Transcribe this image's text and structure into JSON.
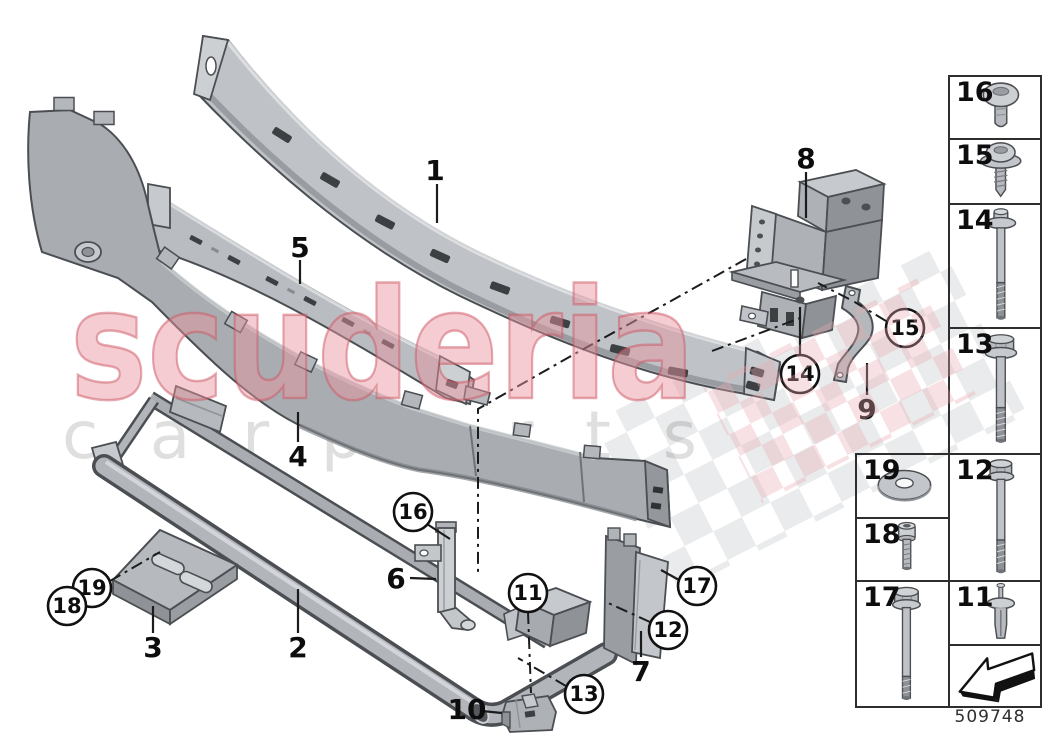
{
  "watermark": {
    "brand": "scuderia",
    "sub": "carparts"
  },
  "colors": {
    "watermark_pink": "#e8919e",
    "watermark_gray": "#d8d9da",
    "line": "#1c1c1c"
  },
  "footer": {
    "part_number": "509748"
  },
  "callouts": {
    "n1": "1",
    "n2": "2",
    "n3": "3",
    "n4": "4",
    "n5": "5",
    "n6": "6",
    "n7": "7",
    "n8": "8",
    "n9": "9",
    "n10": "10",
    "n11": "11",
    "n12": "12",
    "n13": "13",
    "n14": "14",
    "n15": "15",
    "n16": "16",
    "n17": "17",
    "n18": "18",
    "n19": "19"
  },
  "panel": {
    "cells": [
      {
        "label": "16",
        "icon": "button-head-screw"
      },
      {
        "label": "15",
        "icon": "flanged-torx-screw"
      },
      {
        "label": "14",
        "icon": "long-washer-bolt"
      },
      {
        "label": "13",
        "icon": "hex-flange-bolt"
      },
      {
        "label": "12",
        "icon": "hex-bolt-long"
      },
      {
        "label": "11",
        "icon": "expansion-rivet"
      },
      {
        "label": "19",
        "icon": "washer"
      },
      {
        "label": "18",
        "icon": "socket-head-screw"
      },
      {
        "label": "17",
        "icon": "hex-bolt-extra-long"
      },
      {
        "label": "",
        "icon": "direction-of-travel-arrow"
      }
    ]
  }
}
